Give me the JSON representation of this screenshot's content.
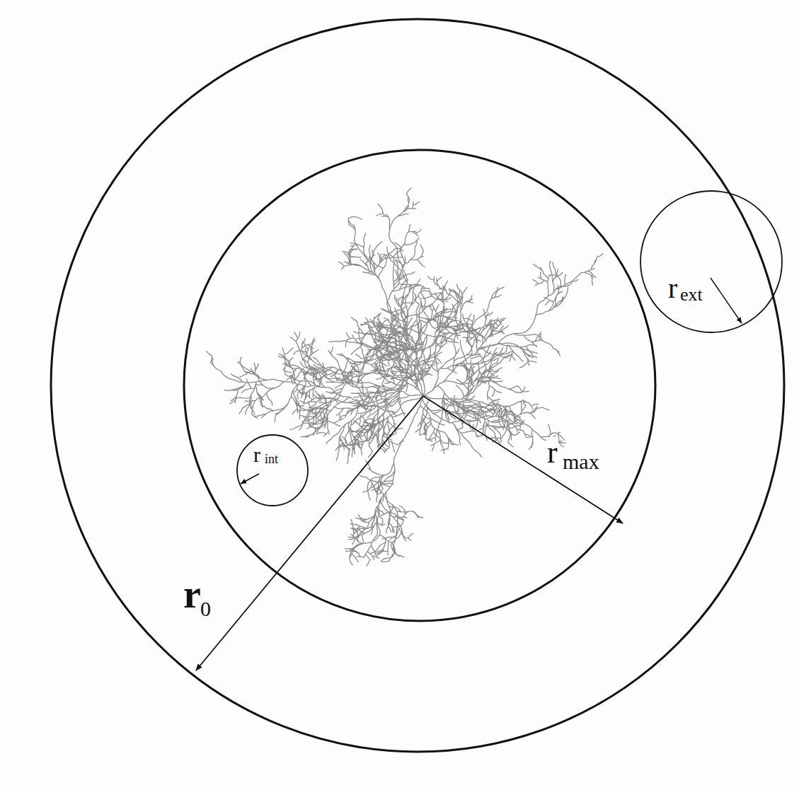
{
  "diagram": {
    "labels": [
      "r",
      "0",
      "r",
      "ext",
      "r",
      "int",
      "r",
      "max"
    ]
  }
}
